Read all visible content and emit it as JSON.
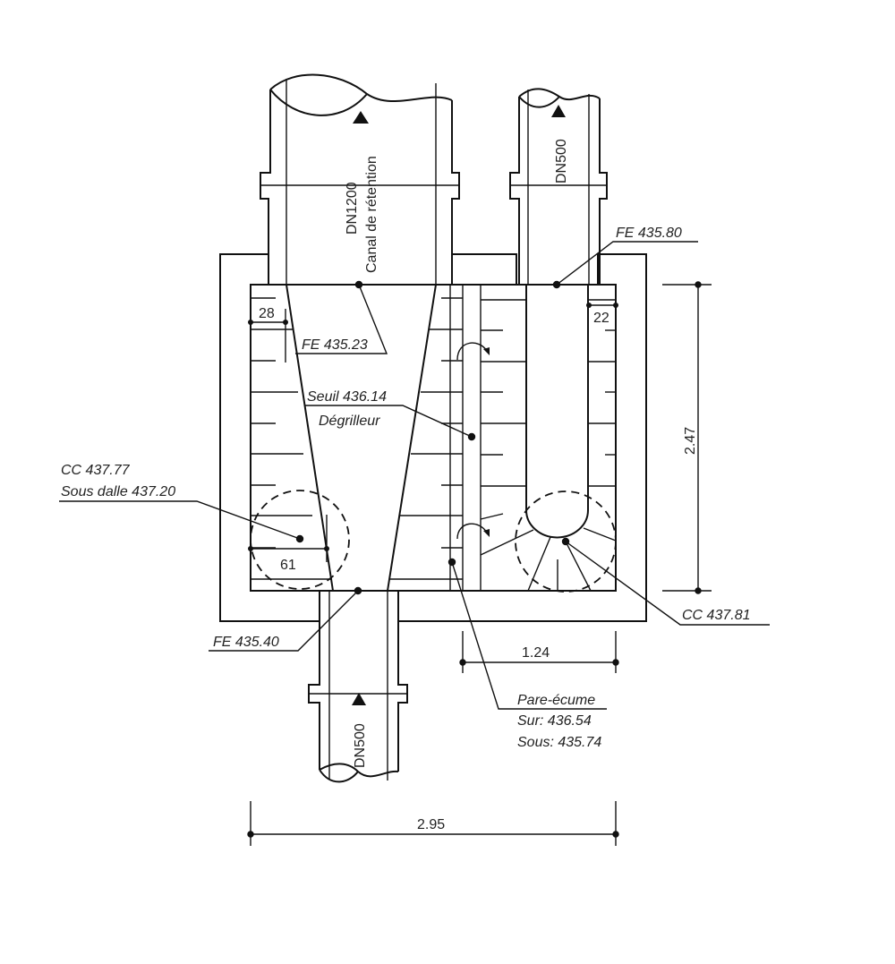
{
  "pipes": {
    "top_main": {
      "diameter": "DN1200",
      "name": "Canal de rétention"
    },
    "top_right": {
      "diameter": "DN500"
    },
    "bottom": {
      "diameter": "DN500"
    }
  },
  "annotations": {
    "fe_top_right": "FE 435.80",
    "fe_top_left": "FE 435.23",
    "seuil": "Seuil 436.14",
    "degrilleur": "Dégrilleur",
    "cc_left": "CC 437.77",
    "sous_dalle": "Sous dalle 437.20",
    "cc_right": "CC 437.81",
    "fe_bottom": "FE 435.40",
    "pare_ecume": "Pare-écume",
    "pare_sur": "Sur: 436.54",
    "pare_sous": "Sous: 435.74"
  },
  "dimensions": {
    "d28": "28",
    "d22": "22",
    "d61": "61",
    "height": "2.47",
    "width_inner": "1.24",
    "width_total": "2.95"
  }
}
